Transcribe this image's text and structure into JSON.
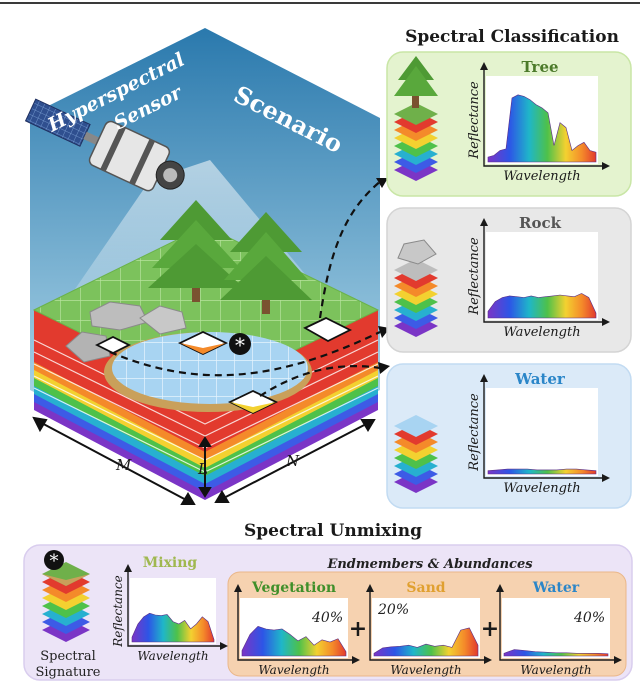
{
  "scene": {
    "sensor_label": "Hyperspectral Sensor",
    "sensor_label_line1": "Hyperspectral",
    "sensor_label_line2": "Sensor",
    "scenario_label": "Scenario",
    "dim_m": "M",
    "dim_n": "N",
    "dim_l": "L"
  },
  "classification": {
    "title": "Spectral Classification",
    "panels": [
      {
        "name": "Tree",
        "color": "#4c7a2a",
        "bg": "#e4f3cf",
        "border": "#c9e6a6",
        "ylabel": "Reflectance",
        "xlabel": "Wavelength",
        "spectrum": [
          0.06,
          0.08,
          0.14,
          0.16,
          0.78,
          0.82,
          0.8,
          0.76,
          0.7,
          0.66,
          0.6,
          0.2,
          0.48,
          0.42,
          0.14,
          0.2,
          0.24,
          0.14,
          0.12
        ]
      },
      {
        "name": "Rock",
        "color": "#555555",
        "bg": "#e8e8e8",
        "border": "#d4d4d4",
        "ylabel": "Reflectance",
        "xlabel": "Wavelength",
        "spectrum": [
          0.08,
          0.2,
          0.25,
          0.27,
          0.26,
          0.25,
          0.27,
          0.25,
          0.26,
          0.27,
          0.28,
          0.27,
          0.26,
          0.3,
          0.25,
          0.06
        ]
      },
      {
        "name": "Water",
        "color": "#2b86c8",
        "bg": "#dbeaf8",
        "border": "#c2dbf2",
        "ylabel": "Reflectance",
        "xlabel": "Wavelength",
        "spectrum": [
          0.04,
          0.05,
          0.06,
          0.06,
          0.06,
          0.05,
          0.05,
          0.05,
          0.06,
          0.06,
          0.05,
          0.04
        ]
      }
    ]
  },
  "unmixing": {
    "title": "Spectral Unmixing",
    "signature_label_line1": "Spectral",
    "signature_label_line2": "Signature",
    "mixing_label": "Mixing",
    "endmembers_title": "Endmembers & Abundances",
    "ylabel": "Reflectance",
    "xlabel": "Wavelength",
    "mixing_spectrum": [
      0.08,
      0.3,
      0.42,
      0.48,
      0.45,
      0.44,
      0.46,
      0.34,
      0.3,
      0.36,
      0.22,
      0.3,
      0.42,
      0.34,
      0.04
    ],
    "plus": "+",
    "endmembers": [
      {
        "name": "Vegetation",
        "abundance": "40%",
        "color": "#3f8f2a",
        "spectrum": [
          0.1,
          0.4,
          0.55,
          0.5,
          0.48,
          0.5,
          0.4,
          0.28,
          0.36,
          0.2,
          0.3,
          0.26,
          0.32,
          0.08
        ]
      },
      {
        "name": "Sand",
        "abundance": "20%",
        "color": "#e0a030",
        "spectrum": [
          0.05,
          0.15,
          0.17,
          0.18,
          0.2,
          0.16,
          0.22,
          0.18,
          0.2,
          0.16,
          0.48,
          0.52,
          0.2
        ]
      },
      {
        "name": "Water",
        "abundance": "40%",
        "color": "#2b86c8",
        "spectrum": [
          0.05,
          0.12,
          0.1,
          0.08,
          0.07,
          0.06,
          0.06,
          0.05,
          0.05,
          0.05,
          0.04
        ]
      }
    ]
  }
}
